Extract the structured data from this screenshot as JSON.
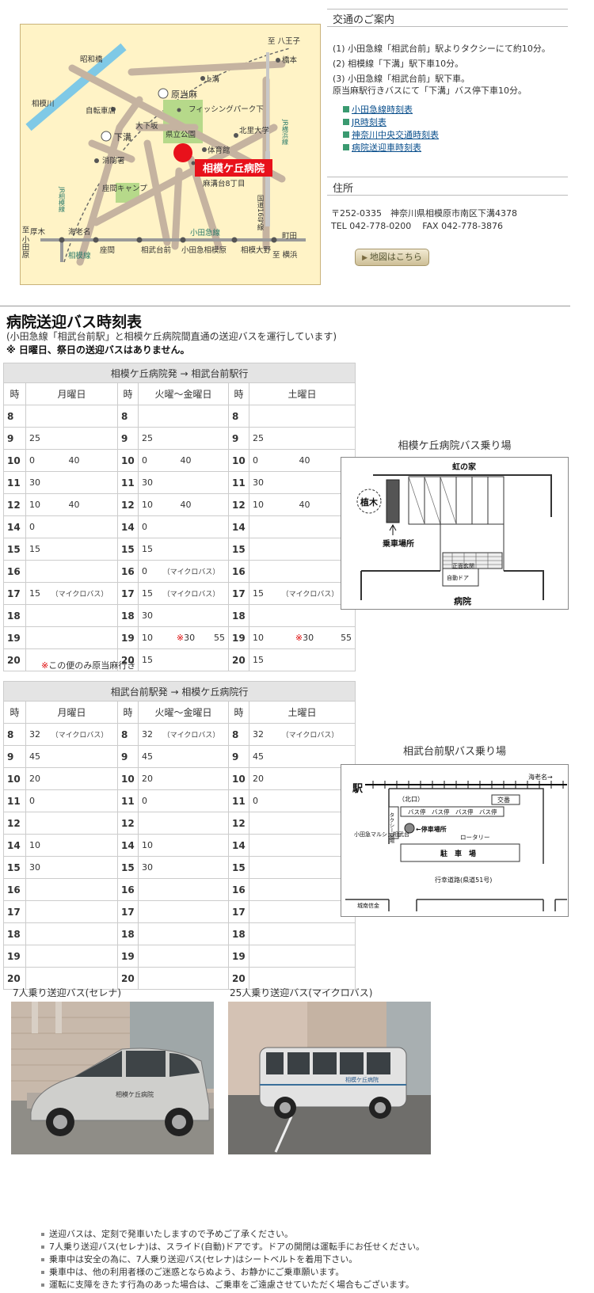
{
  "map": {
    "labels": {
      "hachioji": "至 八王子",
      "hashimoto": "橋本",
      "showa": "昭和橋",
      "kamimizo": "上溝",
      "haratoma": "原当麻",
      "sagamigawa": "相模川",
      "jitensha": "自転車店",
      "fishing": "フィッシングパーク下",
      "oshimozaka": "大下坂",
      "kenritsu": "県立公園",
      "hokuri": "北里大学",
      "jr_yokohama": "JR横浜線",
      "shimomizo": "下溝",
      "taiikukan": "体育館",
      "shobosho": "消防署",
      "hospital": "相模ケ丘病院",
      "zama_camp": "座間キャンプ",
      "asamizo": "麻溝台8丁目",
      "kokudo": "国道16号線",
      "jr_sagami": "JR相模線",
      "atsugi": "厚木",
      "ebina": "海老名",
      "odakyu": "小田急線",
      "machida": "町田",
      "odawara": "至 小田原",
      "sagamisen": "相模線",
      "zama": "座間",
      "sobudai": "相武台前",
      "odasaga": "小田急相模原",
      "sagamiono": "相模大野",
      "yokohama": "至 横浜"
    }
  },
  "access": {
    "title": "交通のご案内",
    "items": [
      "(1) 小田急線「相武台前」駅よりタクシーにて約10分。",
      "(2) 相模線「下溝」駅下車10分。",
      "(3) 小田急線「相武台前」駅下車。",
      "原当麻駅行きバスにて「下溝」バス停下車10分。"
    ],
    "links": [
      "小田急線時刻表",
      "JR時刻表",
      "神奈川中央交通時刻表",
      "病院送迎車時刻表"
    ]
  },
  "address": {
    "title": "住所",
    "line1": "〒252-0335　神奈川県相模原市南区下溝4378",
    "tel": "TEL 042-778-0200",
    "fax": "FAX 042-778-3876",
    "map_button": "地図はこちら"
  },
  "schedule": {
    "title": "病院送迎バス時刻表",
    "subtitle": "(小田急線「相武台前駅」と相模ケ丘病院間直通の送迎バスを運行しています)",
    "warning": "※ 日曜日、祭日の送迎バスはありません。",
    "col_hour": "時",
    "col_mon": "月曜日",
    "col_tuefri": "火曜～金曜日",
    "col_sat": "土曜日",
    "microbus": "（マイクロバス）",
    "t1": {
      "title": "相模ケ丘病院発 → 相武台前駅行",
      "rows": [
        {
          "h": "8",
          "m": [
            "",
            ""
          ],
          "t": [
            "",
            ""
          ],
          "s": [
            "",
            ""
          ]
        },
        {
          "h": "9",
          "m": [
            "25",
            ""
          ],
          "t": [
            "25",
            ""
          ],
          "s": [
            "25",
            ""
          ]
        },
        {
          "h": "10",
          "m": [
            "0",
            "40"
          ],
          "t": [
            "0",
            "40"
          ],
          "s": [
            "0",
            "40"
          ]
        },
        {
          "h": "11",
          "m": [
            "30",
            ""
          ],
          "t": [
            "30",
            ""
          ],
          "s": [
            "30",
            ""
          ]
        },
        {
          "h": "12",
          "m": [
            "10",
            "40"
          ],
          "t": [
            "10",
            "40"
          ],
          "s": [
            "10",
            "40"
          ]
        },
        {
          "h": "14",
          "m": [
            "0",
            ""
          ],
          "t": [
            "0",
            ""
          ],
          "s": [
            "",
            ""
          ]
        },
        {
          "h": "15",
          "m": [
            "15",
            ""
          ],
          "t": [
            "15",
            ""
          ],
          "s": [
            "",
            ""
          ]
        },
        {
          "h": "16",
          "m": [
            "",
            ""
          ],
          "t": [
            "0",
            "mb"
          ],
          "s": [
            "",
            ""
          ]
        },
        {
          "h": "17",
          "m": [
            "15",
            "mb"
          ],
          "t": [
            "15",
            "mb"
          ],
          "s": [
            "15",
            "mb"
          ]
        },
        {
          "h": "18",
          "m": [
            "",
            ""
          ],
          "t": [
            "30",
            ""
          ],
          "s": [
            "",
            ""
          ]
        },
        {
          "h": "19",
          "m": [
            "",
            ""
          ],
          "t": [
            "10",
            "x"
          ],
          "s": [
            "10",
            "x"
          ]
        },
        {
          "h": "20",
          "m": [
            "",
            ""
          ],
          "t": [
            "15",
            ""
          ],
          "s": [
            "15",
            ""
          ]
        }
      ],
      "special": {
        "mark": "※",
        "a": "30",
        "b": "55"
      },
      "note_mark": "※",
      "note": "この便のみ原当麻行き"
    },
    "t2": {
      "title": "相武台前駅発 → 相模ケ丘病院行",
      "rows": [
        {
          "h": "8",
          "m": [
            "32",
            "mb"
          ],
          "t": [
            "32",
            "mb"
          ],
          "s": [
            "32",
            "mb"
          ]
        },
        {
          "h": "9",
          "m": [
            "45",
            ""
          ],
          "t": [
            "45",
            ""
          ],
          "s": [
            "45",
            ""
          ]
        },
        {
          "h": "10",
          "m": [
            "20",
            ""
          ],
          "t": [
            "20",
            ""
          ],
          "s": [
            "20",
            ""
          ]
        },
        {
          "h": "11",
          "m": [
            "0",
            ""
          ],
          "t": [
            "0",
            ""
          ],
          "s": [
            "0",
            ""
          ]
        },
        {
          "h": "12",
          "m": [
            "",
            ""
          ],
          "t": [
            "",
            ""
          ],
          "s": [
            "",
            ""
          ]
        },
        {
          "h": "14",
          "m": [
            "10",
            ""
          ],
          "t": [
            "10",
            ""
          ],
          "s": [
            "",
            ""
          ]
        },
        {
          "h": "15",
          "m": [
            "30",
            ""
          ],
          "t": [
            "30",
            ""
          ],
          "s": [
            "",
            ""
          ]
        },
        {
          "h": "16",
          "m": [
            "",
            ""
          ],
          "t": [
            "",
            ""
          ],
          "s": [
            "",
            ""
          ]
        },
        {
          "h": "17",
          "m": [
            "",
            ""
          ],
          "t": [
            "",
            ""
          ],
          "s": [
            "",
            ""
          ]
        },
        {
          "h": "18",
          "m": [
            "",
            ""
          ],
          "t": [
            "",
            ""
          ],
          "s": [
            "",
            ""
          ]
        },
        {
          "h": "19",
          "m": [
            "",
            ""
          ],
          "t": [
            "",
            ""
          ],
          "s": [
            "",
            ""
          ]
        },
        {
          "h": "20",
          "m": [
            "",
            ""
          ],
          "t": [
            "",
            ""
          ],
          "s": [
            "",
            ""
          ]
        }
      ]
    }
  },
  "stop1": {
    "caption": "相模ケ丘病院バス乗り場",
    "niji": "虹の家",
    "ueki": "植木",
    "jousha": "乗車場所",
    "seimen": "正面玄関",
    "jido": "自動ドア",
    "byoin": "病院"
  },
  "stop2": {
    "caption": "相武台前駅バス乗り場",
    "eki": "駅",
    "ebina": "海老名→",
    "kitaguchi": "（北口）",
    "koban": "交番",
    "taxi": "タクシー乗場",
    "busstops": "バス停　バス停　バス停　バス停",
    "teisha": "←停車場所",
    "rotary": "ロータリー",
    "odakyu": "小田急マルシェ相武台",
    "chusha": "駐　車　場",
    "road": "行幸道路(県道51号)",
    "bank": "城南信金"
  },
  "photos": {
    "cap1": "7人乗り送迎バス(セレナ)",
    "cap2": "25人乗り送迎バス(マイクロバス)",
    "bus_name": "相模ケ丘病院"
  },
  "notes": [
    "送迎バスは、定刻で発車いたしますので予めご了承ください。",
    "7人乗り送迎バス(セレナ)は、スライド(自動)ドアです。ドアの開閉は運転手にお任せください。",
    "乗車中は安全の為に、7人乗り送迎バス(セレナ)はシートベルトを着用下さい。",
    "乗車中は、他の利用者様のご迷惑とならぬよう、お静かにご乗車願います。",
    "運転に支障をきたす行為のあった場合は、ご乗車をご遠慮させていただく場合もございます。"
  ]
}
